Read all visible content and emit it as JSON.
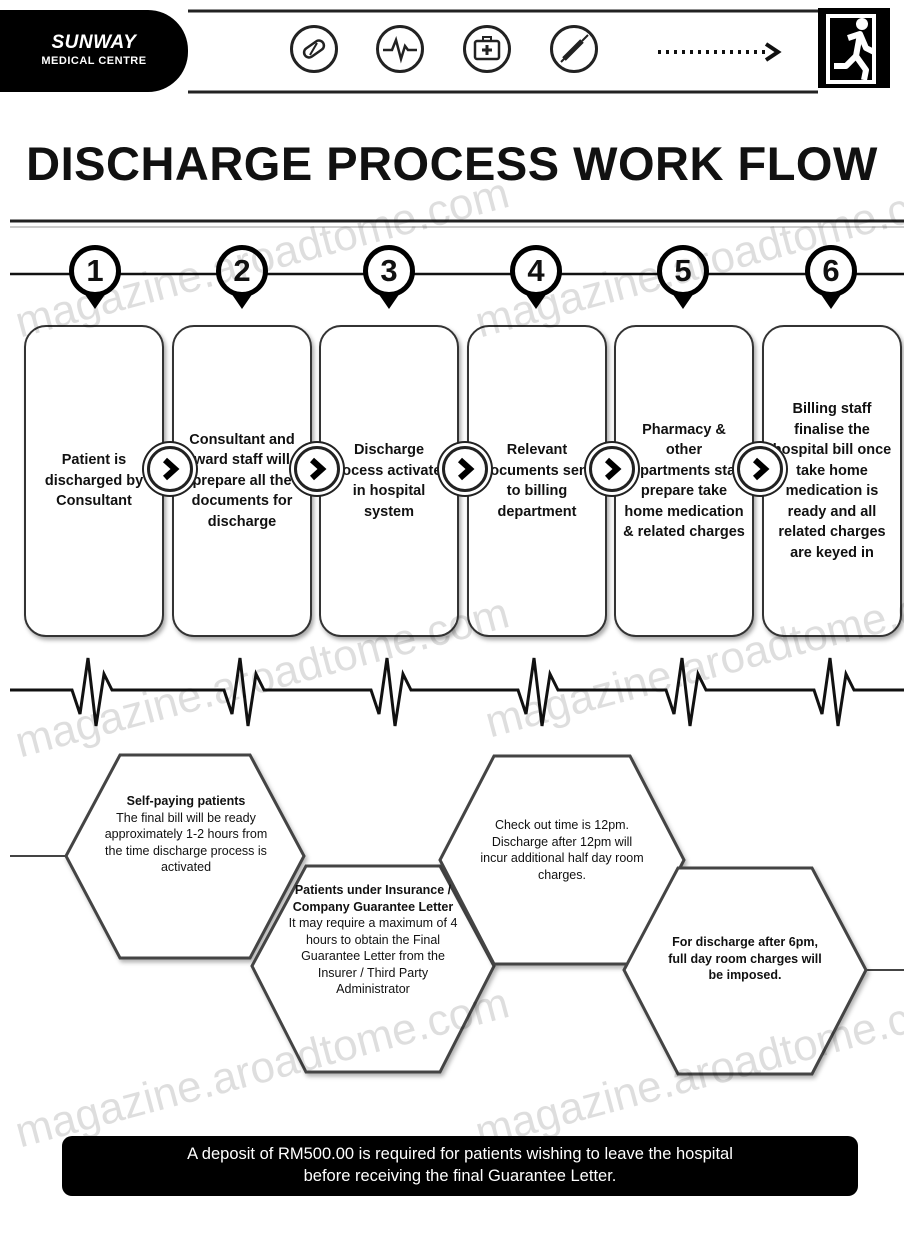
{
  "header": {
    "logo_line1": "SUNWAY",
    "logo_line2": "MEDICAL CENTRE",
    "icons": [
      "pills-icon",
      "heartbeat-icon",
      "first-aid-kit-icon",
      "syringe-icon"
    ]
  },
  "title": "DISCHARGE PROCESS WORK FLOW",
  "steps": [
    {
      "number": "1",
      "text": "Patient is discharged by Consultant"
    },
    {
      "number": "2",
      "text": "Consultant and ward staff will prepare all the documents for discharge"
    },
    {
      "number": "3",
      "text": "Discharge process activated in hospital system"
    },
    {
      "number": "4",
      "text": "Relevant documents sent to billing department"
    },
    {
      "number": "5",
      "text": "Pharmacy & other departments staff prepare take home medication & related charges"
    },
    {
      "number": "6",
      "text": "Billing staff finalise the hospital bill once take home medication is ready and all related charges are keyed in"
    }
  ],
  "info": {
    "self_paying_title": "Self-paying patients",
    "self_paying_body": "The final bill will be ready approximately 1-2 hours from the time discharge process is activated",
    "insurance_title": "Patients under Insurance / Company Guarantee Letter",
    "insurance_body": "It may require a maximum of 4 hours to obtain the Final Guarantee Letter from the Insurer / Third Party Administrator",
    "checkout_text": "Check out time is 12pm. Discharge after 12pm will incur additional half day room charges.",
    "after6_text": "For discharge after 6pm, full day room charges will be imposed."
  },
  "footer": {
    "line1": "A deposit of RM500.00 is required for patients wishing to leave the hospital",
    "line2": "before receiving the final Guarantee Letter."
  },
  "watermark": "magazine.aroadtome.com",
  "colors": {
    "ink": "#111111",
    "background": "#ffffff",
    "footer_bg": "#000000"
  }
}
